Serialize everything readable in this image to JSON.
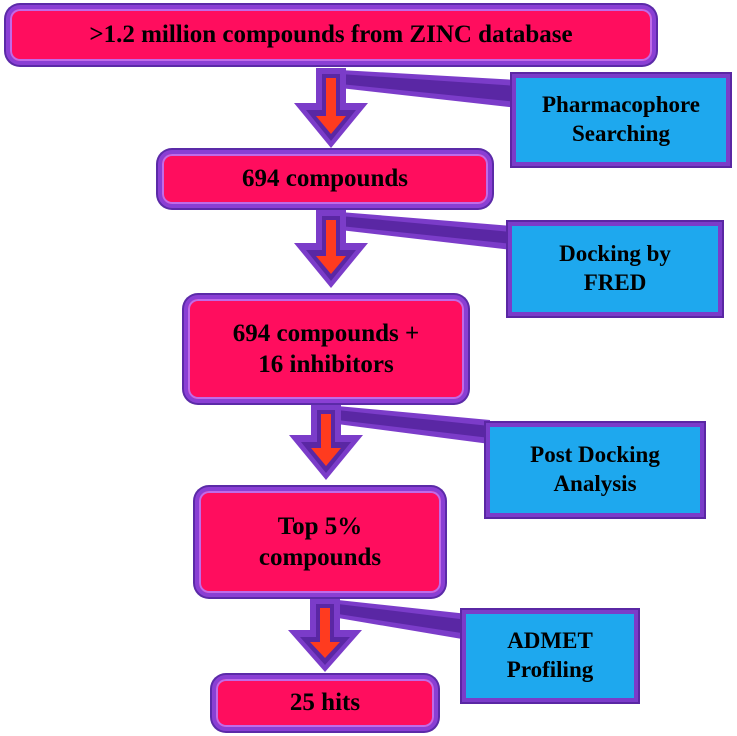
{
  "colors": {
    "step_fill": "#ff0d5e",
    "method_fill": "#1ea8ee",
    "border": "#8a3fd4",
    "arrow_fill": "#ff3b1f"
  },
  "steps": [
    {
      "label": ">1.2 million compounds from ZINC database"
    },
    {
      "label": "694 compounds"
    },
    {
      "label": "694 compounds +\n16 inhibitors"
    },
    {
      "label": "Top 5%\ncompounds"
    },
    {
      "label": "25 hits"
    }
  ],
  "methods": [
    {
      "label": "Pharmacophore\nSearching"
    },
    {
      "label": "Docking by\nFRED"
    },
    {
      "label": "Post Docking\nAnalysis"
    },
    {
      "label": "ADMET\nProfiling"
    }
  ]
}
